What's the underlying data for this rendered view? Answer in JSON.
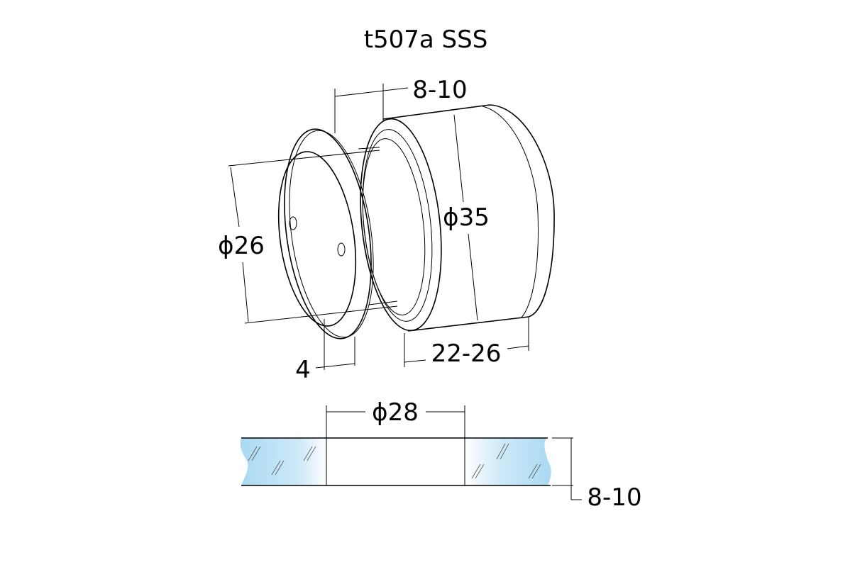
{
  "title": "t507a SSS",
  "dimensions": {
    "front_diameter": "ϕ26",
    "body_diameter": "ϕ35",
    "glass_gap": "8-10",
    "flange_thickness": "4",
    "body_length": "22-26",
    "hole_diameter": "ϕ28",
    "glass_thickness": "8-10"
  },
  "colors": {
    "glass": "#a9d9f2",
    "line": "#000000"
  }
}
